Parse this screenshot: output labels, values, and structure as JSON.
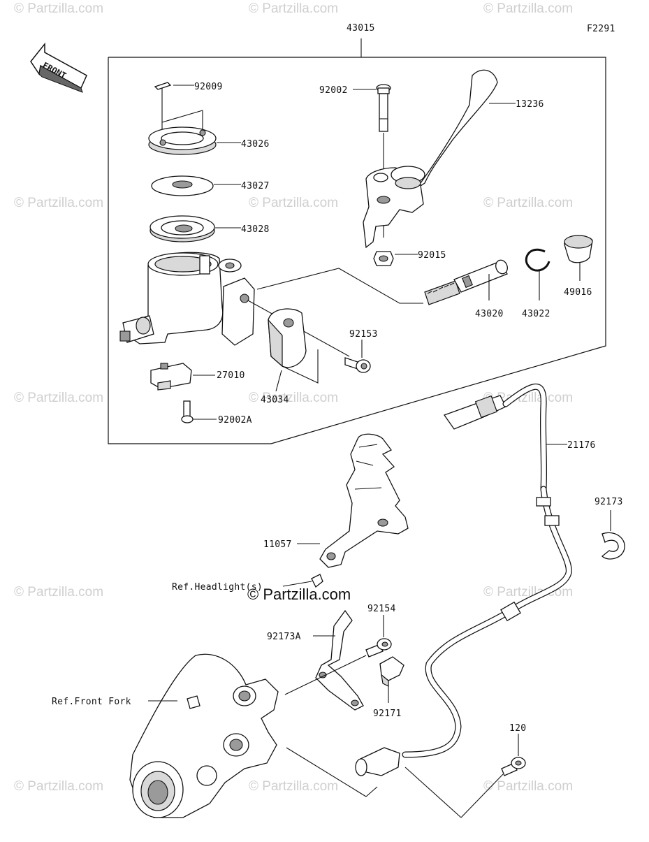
{
  "diagram_code": "F2291",
  "assembly_number": "43015",
  "direction_arrow": "FRONT",
  "watermark_text": "© Partzilla.com",
  "center_brand": "© Partzilla.com",
  "labels": {
    "p92009": "92009",
    "p43026": "43026",
    "p43027": "43027",
    "p43028": "43028",
    "p92002": "92002",
    "p13236": "13236",
    "p92015": "92015",
    "p43020": "43020",
    "p43022": "43022",
    "p49016": "49016",
    "p92153": "92153",
    "p27010": "27010",
    "p43034": "43034",
    "p92002a": "92002A",
    "p21176": "21176",
    "p92173": "92173",
    "p11057": "11057",
    "ref_headlight": "Ref.Headlight(s)",
    "p92154": "92154",
    "p92173a": "92173A",
    "ref_front_fork": "Ref.Front Fork",
    "p92171": "92171",
    "p120": "120"
  }
}
